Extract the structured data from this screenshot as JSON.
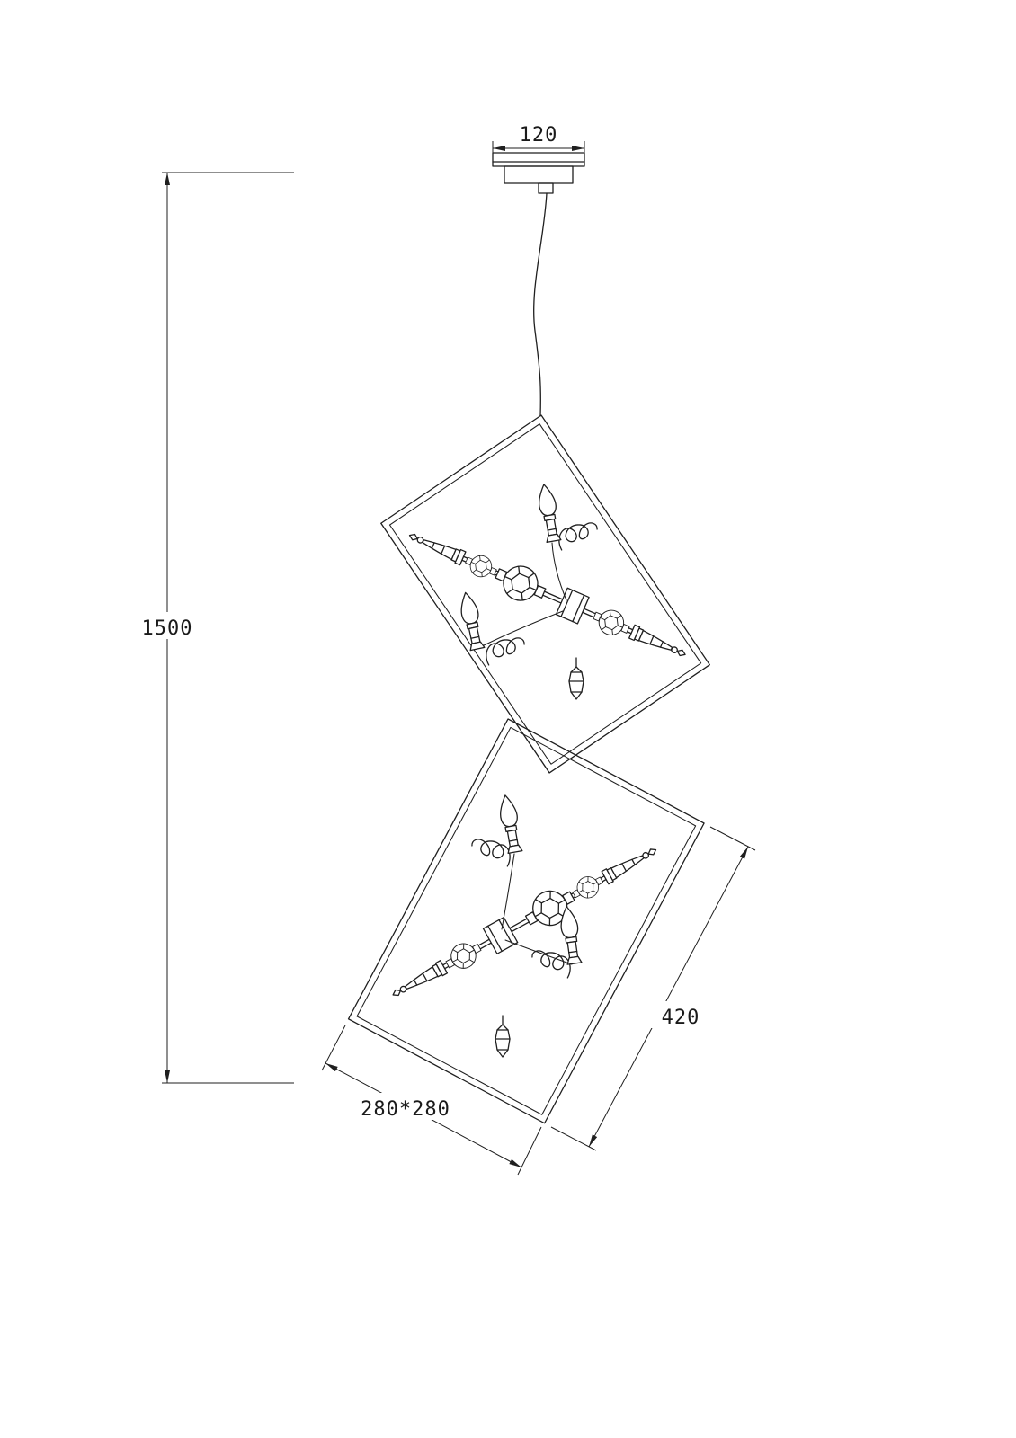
{
  "canvas": {
    "background": "#ffffff",
    "line_color": "#1f1f1f",
    "text_color": "#1a1a1a"
  },
  "drawing": {
    "kind": "technical-dimension-line-drawing",
    "dimension_labels": {
      "overall_drop": "1500",
      "canopy_width": "120",
      "frame_length": "420",
      "frame_face": "280*280"
    }
  }
}
